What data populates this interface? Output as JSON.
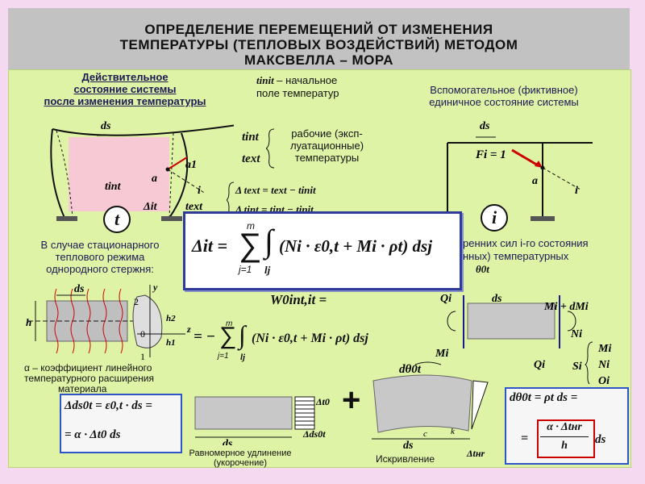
{
  "title": {
    "line1": "ОПРЕДЕЛЕНИЕ ПЕРЕМЕЩЕНИЙ ОТ ИЗМЕНЕНИЯ",
    "line2": "ТЕМПЕРАТУРЫ (ТЕПЛОВЫХ ВОЗДЕЙСТВИЙ) МЕТОДОМ",
    "line3": "МАКСВЕЛЛА – МОРА"
  },
  "actual_state": {
    "line1": "Действительное",
    "line2": "состояние системы",
    "line3": "после изменения температуры",
    "circle": "t",
    "labels": {
      "ds": "ds",
      "tint": "tint",
      "a1": "a1",
      "a": "a",
      "i": "i",
      "dit": "Δit",
      "text": "text"
    }
  },
  "t_init_note": {
    "symbol": "tinit",
    "line1": " – начальное",
    "line2": "поле температур"
  },
  "working_temps": {
    "t1": "tint",
    "t2": "text",
    "line1": "рабочие (эксп-",
    "line2": "луатационные)",
    "line3": "температуры"
  },
  "deltas": {
    "d1": "Δ text = text − tinit",
    "d2": "Δ tint = tint − tinit"
  },
  "aux_state": {
    "line1": "Вспомогательное (фиктивное)",
    "line2": "единичное состояние системы",
    "circle": "i",
    "labels": {
      "ds": "ds",
      "force": "Fi = 1",
      "a": "a",
      "i": "i"
    }
  },
  "main_formula": {
    "lhs": "Δit =",
    "sum_top": "m",
    "sum_bottom": "j=1",
    "integral_sub": "lj",
    "body": "(Ni · ε0,t + Mi · ρt) dsj"
  },
  "right_note": {
    "line1": "ренних сил i-го состояния",
    "line2": "нных) температурных",
    "sym": "θ0t"
  },
  "stationary": {
    "line1": "В случае стационарного",
    "line2": "теплового режима",
    "line3": "однородного стержня:"
  },
  "rod_labels": {
    "ds": "ds",
    "h": "h",
    "y": "y",
    "z": "z",
    "two": "2",
    "one": "1",
    "zero": "0",
    "h1": "h1",
    "h2": "h2"
  },
  "alpha_note": {
    "line1": "α – коэффициент линейного",
    "line2": "температурного расширения",
    "line3": "материала"
  },
  "formula_ds": {
    "line1": "Δds0t = ε0,t · ds =",
    "line2": "= α · Δt0 ds"
  },
  "work_formula": {
    "lhs": "W0int,it =",
    "row2": "= −",
    "sum_top": "m",
    "sum_bottom": "j=1",
    "integral_sub": "lj",
    "body": "(Ni · ε0,t + Mi · ρt) dsj"
  },
  "element": {
    "Qi": "Qi",
    "ds": "ds",
    "MidMi": "Mi + dMi",
    "Ni_l": "Ni",
    "Ni_r": "Ni",
    "Mi": "Mi",
    "Qi_b": "Qi",
    "Si": "Si",
    "list1": "Mi",
    "list2": "Ni",
    "list3": "Qi"
  },
  "elongation": {
    "dt0": "Δt0",
    "dds": "Δds0t",
    "ds": "ds",
    "cap1": "Равномерное удлинение",
    "cap2": "(укорочение)"
  },
  "plus": "+",
  "curvature": {
    "dtheta": "dθ0t",
    "ds": "ds",
    "c": "c",
    "k": "k",
    "dtnr": "Δtнr",
    "cap": "Искривление"
  },
  "formula_theta": {
    "line1": "dθ0t = ρt ds =",
    "line2": "=",
    "num": "α · Δtнr",
    "den": "h",
    "tail": "ds"
  },
  "colors": {
    "background": "#f4d9f1",
    "panel": "#dff3a6",
    "header": "#c2c2c2",
    "formula_border": "#2f3a9a",
    "red": "#cc0000",
    "blue": "#2d55c8",
    "pink": "#f7c9d4"
  }
}
